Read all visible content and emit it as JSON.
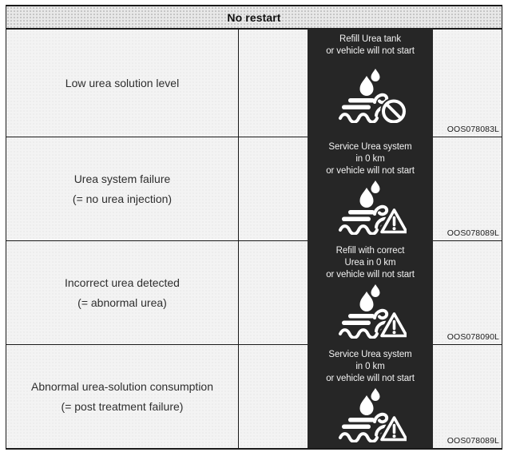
{
  "header": {
    "title": "No restart"
  },
  "rows": [
    {
      "condition": [
        "Low urea solution level"
      ],
      "display": [
        "Refill Urea tank",
        "or vehicle will not start"
      ],
      "badge": "prohibition",
      "image_code": "OOS078083L"
    },
    {
      "condition": [
        "Urea system failure",
        "(= no urea injection)"
      ],
      "display": [
        "Service Urea system",
        "in 0 km",
        "or vehicle will not start"
      ],
      "badge": "warning-triangle",
      "image_code": "OOS078089L"
    },
    {
      "condition": [
        "Incorrect urea detected",
        "(= abnormal urea)"
      ],
      "display": [
        "Refill with correct",
        "Urea in 0 km",
        "or vehicle will not start"
      ],
      "badge": "warning-triangle",
      "image_code": "OOS078090L"
    },
    {
      "condition": [
        "Abnormal urea-solution consumption",
        "(= post treatment failure)"
      ],
      "display": [
        "Service Urea system",
        "in 0 km",
        "or vehicle will not start"
      ],
      "badge": "warning-triangle",
      "image_code": "OOS078089L"
    }
  ],
  "icons": {
    "display_pictogram": "urea-exhaust-water-icon",
    "badge_row_1": "prohibition-icon",
    "badge_rows_2_4": "warning-triangle-icon"
  },
  "colors": {
    "display_bg": "#262626",
    "display_text": "#f2f2f2",
    "header_bg": "#e8e8e8",
    "row_bg": "#f3f3f3",
    "border": "#1a1a1a",
    "condition_text": "#2e2e2e"
  }
}
